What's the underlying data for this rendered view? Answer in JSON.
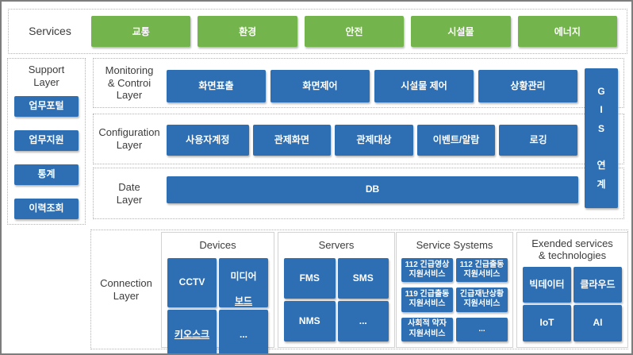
{
  "colors": {
    "accent_green": "#74b44c",
    "accent_blue": "#2e6fb3",
    "label_text": "#3c3c3c",
    "container_border": "#b3b3b3",
    "frame_border": "#7d7d7d"
  },
  "services": {
    "label": "Services",
    "items": [
      "교통",
      "환경",
      "안전",
      "시설물",
      "에너지"
    ]
  },
  "support": {
    "label": "Support\nLayer",
    "items": [
      "업무포털",
      "업무지원",
      "통계",
      "이력조회"
    ]
  },
  "rows": {
    "monitoring": {
      "label": "Monitoring\n& Controi\nLayer",
      "items": [
        "화면표출",
        "화면제어",
        "시설물 제어",
        "상황관리"
      ]
    },
    "configuration": {
      "label": "Configuration\nLayer",
      "items": [
        "사용자계정",
        "관제화면",
        "관제대상",
        "이벤트/알람",
        "로깅"
      ]
    },
    "date": {
      "label": "Date\nLayer",
      "items": [
        "DB"
      ]
    }
  },
  "gis": {
    "label": "G\nI\nS\n\n연\n계"
  },
  "connection": {
    "label": "Connection\nLayer",
    "devices": {
      "title": "Devices",
      "cctv": "CCTV",
      "media_line1": "미디어",
      "media_line2": "보드",
      "kiosk": "키오스크",
      "more": "..."
    },
    "servers": {
      "title": "Servers",
      "items": [
        "FMS",
        "SMS",
        "NMS",
        "..."
      ]
    },
    "service_systems": {
      "title": "Service Systems",
      "items": [
        "112 긴급영상\n지원서비스",
        "112 긴급출동\n지원서비스",
        "119 긴급출동\n지원서비스",
        "긴급재난상황\n지원서비스",
        "사회적 약자\n지원서비스",
        "..."
      ]
    },
    "extended": {
      "title": "Exended services\n& technologies",
      "items": [
        "빅데이터",
        "클라우드",
        "IoT",
        "AI"
      ]
    }
  }
}
